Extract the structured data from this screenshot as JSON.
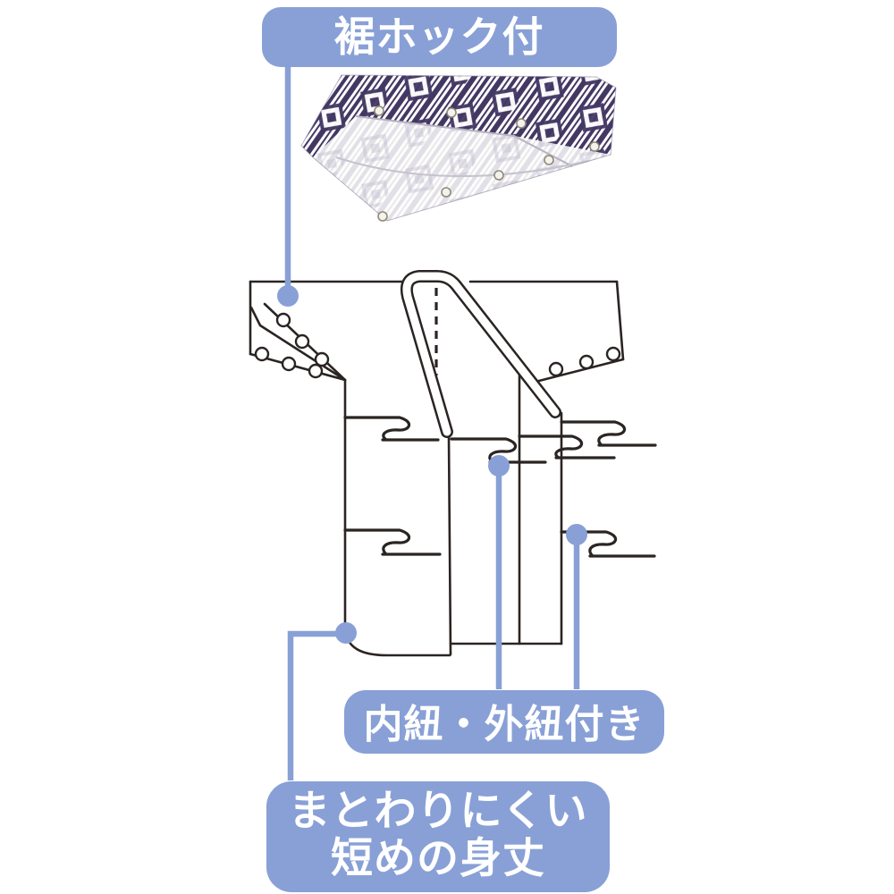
{
  "page": {
    "background": "#ffffff"
  },
  "colors": {
    "accent": "#88a0d6",
    "ink": "#2a2422",
    "fabric_dark": "#433864",
    "fabric_faint": "#c7c3d1",
    "label_text": "#ffffff"
  },
  "callout_labels": {
    "hem_hook": {
      "text": "裾ホック付"
    },
    "ties": {
      "text": "内紐・外紐付き"
    },
    "short_length": {
      "line1": "まとわりにくい",
      "line2": "短めの身丈"
    }
  },
  "figure": {
    "photo_subject": "fabric-swatch-with-hem-snap-hooks",
    "drawing_subject": "kimono-style-gown-flat-line-drawing"
  }
}
